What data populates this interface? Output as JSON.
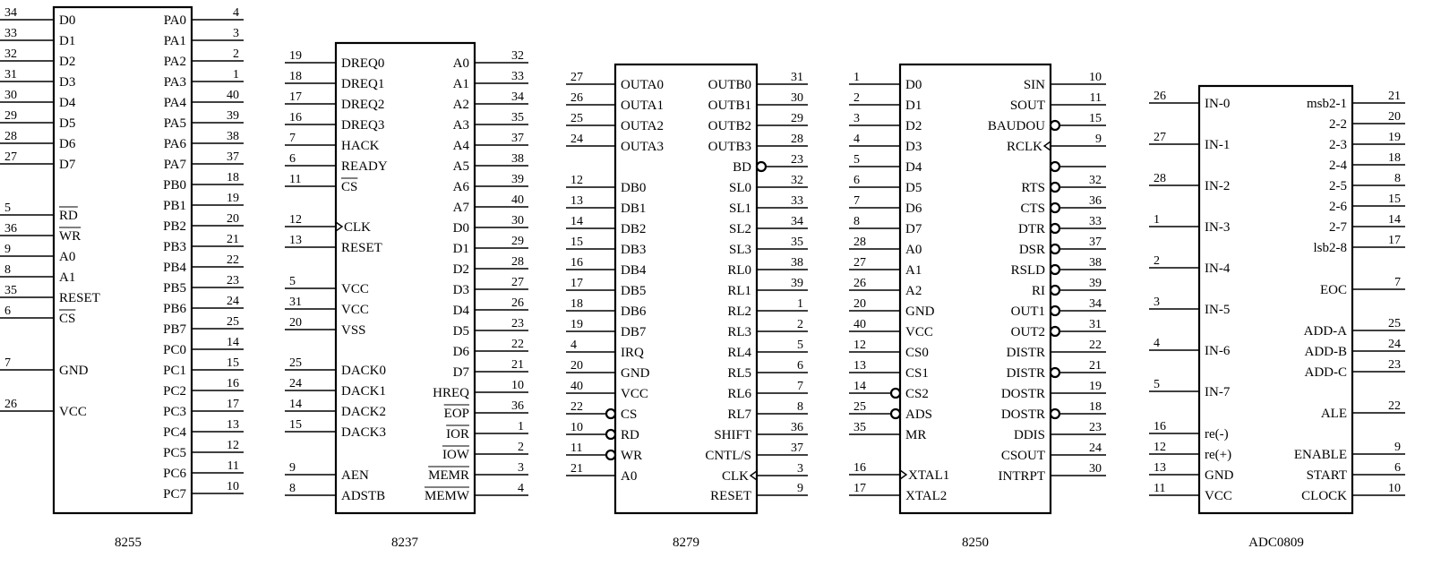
{
  "chips": [
    {
      "id": "8255",
      "label": "8255",
      "left": [
        {
          "n": "34",
          "s": "D0"
        },
        {
          "n": "33",
          "s": "D1"
        },
        {
          "n": "32",
          "s": "D2"
        },
        {
          "n": "31",
          "s": "D3"
        },
        {
          "n": "30",
          "s": "D4"
        },
        {
          "n": "29",
          "s": "D5"
        },
        {
          "n": "28",
          "s": "D6"
        },
        {
          "n": "27",
          "s": "D7"
        },
        {
          "n": "5",
          "s": "RD",
          "ov": true
        },
        {
          "n": "36",
          "s": "WR",
          "ov": true
        },
        {
          "n": "9",
          "s": "A0"
        },
        {
          "n": "8",
          "s": "A1"
        },
        {
          "n": "35",
          "s": "RESET"
        },
        {
          "n": "6",
          "s": "CS",
          "ov": true
        },
        {
          "n": "7",
          "s": "GND"
        },
        {
          "n": "26",
          "s": "VCC"
        }
      ],
      "right": [
        {
          "n": "4",
          "s": "PA0"
        },
        {
          "n": "3",
          "s": "PA1"
        },
        {
          "n": "2",
          "s": "PA2"
        },
        {
          "n": "1",
          "s": "PA3"
        },
        {
          "n": "40",
          "s": "PA4"
        },
        {
          "n": "39",
          "s": "PA5"
        },
        {
          "n": "38",
          "s": "PA6"
        },
        {
          "n": "37",
          "s": "PA7"
        },
        {
          "n": "18",
          "s": "PB0"
        },
        {
          "n": "19",
          "s": "PB1"
        },
        {
          "n": "20",
          "s": "PB2"
        },
        {
          "n": "21",
          "s": "PB3"
        },
        {
          "n": "22",
          "s": "PB4"
        },
        {
          "n": "23",
          "s": "PB5"
        },
        {
          "n": "24",
          "s": "PB6"
        },
        {
          "n": "25",
          "s": "PB7"
        },
        {
          "n": "14",
          "s": "PC0"
        },
        {
          "n": "15",
          "s": "PC1"
        },
        {
          "n": "16",
          "s": "PC2"
        },
        {
          "n": "17",
          "s": "PC3"
        },
        {
          "n": "13",
          "s": "PC4"
        },
        {
          "n": "12",
          "s": "PC5"
        },
        {
          "n": "11",
          "s": "PC6"
        },
        {
          "n": "10",
          "s": "PC7"
        }
      ]
    },
    {
      "id": "8237",
      "label": "8237",
      "left": [
        {
          "n": "19",
          "s": "DREQ0"
        },
        {
          "n": "18",
          "s": "DREQ1"
        },
        {
          "n": "17",
          "s": "DREQ2"
        },
        {
          "n": "16",
          "s": "DREQ3"
        },
        {
          "n": "7",
          "s": "HACK"
        },
        {
          "n": "6",
          "s": "READY"
        },
        {
          "n": "11",
          "s": "CS",
          "ov": true
        },
        {
          "n": "12",
          "s": "CLK",
          "clk": true
        },
        {
          "n": "13",
          "s": "RESET"
        },
        {
          "n": "5",
          "s": "VCC"
        },
        {
          "n": "31",
          "s": "VCC"
        },
        {
          "n": "20",
          "s": "VSS"
        },
        {
          "n": "25",
          "s": "DACK0"
        },
        {
          "n": "24",
          "s": "DACK1"
        },
        {
          "n": "14",
          "s": "DACK2"
        },
        {
          "n": "15",
          "s": "DACK3"
        },
        {
          "n": "9",
          "s": "AEN"
        },
        {
          "n": "8",
          "s": "ADSTB"
        }
      ],
      "right": [
        {
          "n": "32",
          "s": "A0"
        },
        {
          "n": "33",
          "s": "A1"
        },
        {
          "n": "34",
          "s": "A2"
        },
        {
          "n": "35",
          "s": "A3"
        },
        {
          "n": "37",
          "s": "A4"
        },
        {
          "n": "38",
          "s": "A5"
        },
        {
          "n": "39",
          "s": "A6"
        },
        {
          "n": "40",
          "s": "A7"
        },
        {
          "n": "30",
          "s": "D0"
        },
        {
          "n": "29",
          "s": "D1"
        },
        {
          "n": "28",
          "s": "D2"
        },
        {
          "n": "27",
          "s": "D3"
        },
        {
          "n": "26",
          "s": "D4"
        },
        {
          "n": "23",
          "s": "D5"
        },
        {
          "n": "22",
          "s": "D6"
        },
        {
          "n": "21",
          "s": "D7"
        },
        {
          "n": "10",
          "s": "HREQ"
        },
        {
          "n": "36",
          "s": "EOP",
          "ov": true
        },
        {
          "n": "1",
          "s": "IOR",
          "ov": true
        },
        {
          "n": "2",
          "s": "IOW",
          "ov": true
        },
        {
          "n": "3",
          "s": "MEMR",
          "ov": true
        },
        {
          "n": "4",
          "s": "MEMW",
          "ov": true
        }
      ]
    },
    {
      "id": "8279",
      "label": "8279",
      "left": [
        {
          "n": "27",
          "s": "OUTA0"
        },
        {
          "n": "26",
          "s": "OUTA1"
        },
        {
          "n": "25",
          "s": "OUTA2"
        },
        {
          "n": "24",
          "s": "OUTA3"
        },
        {
          "n": "12",
          "s": "DB0"
        },
        {
          "n": "13",
          "s": "DB1"
        },
        {
          "n": "14",
          "s": "DB2"
        },
        {
          "n": "15",
          "s": "DB3"
        },
        {
          "n": "16",
          "s": "DB4"
        },
        {
          "n": "17",
          "s": "DB5"
        },
        {
          "n": "18",
          "s": "DB6"
        },
        {
          "n": "19",
          "s": "DB7"
        },
        {
          "n": "4",
          "s": "IRQ"
        },
        {
          "n": "20",
          "s": "GND"
        },
        {
          "n": "40",
          "s": "VCC"
        },
        {
          "n": "22",
          "s": "CS",
          "bub": true
        },
        {
          "n": "10",
          "s": "RD",
          "bub": true
        },
        {
          "n": "11",
          "s": "WR",
          "bub": true
        },
        {
          "n": "21",
          "s": "A0"
        }
      ],
      "right": [
        {
          "n": "31",
          "s": "OUTB0"
        },
        {
          "n": "30",
          "s": "OUTB1"
        },
        {
          "n": "29",
          "s": "OUTB2"
        },
        {
          "n": "28",
          "s": "OUTB3"
        },
        {
          "n": "23",
          "s": "BD",
          "bub": true
        },
        {
          "n": "32",
          "s": "SL0"
        },
        {
          "n": "33",
          "s": "SL1"
        },
        {
          "n": "34",
          "s": "SL2"
        },
        {
          "n": "35",
          "s": "SL3"
        },
        {
          "n": "38",
          "s": "RL0"
        },
        {
          "n": "39",
          "s": "RL1"
        },
        {
          "n": "1",
          "s": "RL2"
        },
        {
          "n": "2",
          "s": "RL3"
        },
        {
          "n": "5",
          "s": "RL4"
        },
        {
          "n": "6",
          "s": "RL5"
        },
        {
          "n": "7",
          "s": "RL6"
        },
        {
          "n": "8",
          "s": "RL7"
        },
        {
          "n": "36",
          "s": "SHIFT"
        },
        {
          "n": "37",
          "s": "CNTL/S"
        },
        {
          "n": "3",
          "s": "CLK",
          "clk": true
        },
        {
          "n": "9",
          "s": "RESET"
        }
      ]
    },
    {
      "id": "8250",
      "label": "8250",
      "left": [
        {
          "n": "1",
          "s": "D0"
        },
        {
          "n": "2",
          "s": "D1"
        },
        {
          "n": "3",
          "s": "D2"
        },
        {
          "n": "4",
          "s": "D3"
        },
        {
          "n": "5",
          "s": "D4"
        },
        {
          "n": "6",
          "s": "D5"
        },
        {
          "n": "7",
          "s": "D6"
        },
        {
          "n": "8",
          "s": "D7"
        },
        {
          "n": "28",
          "s": "A0"
        },
        {
          "n": "27",
          "s": "A1"
        },
        {
          "n": "26",
          "s": "A2"
        },
        {
          "n": "20",
          "s": "GND"
        },
        {
          "n": "40",
          "s": "VCC"
        },
        {
          "n": "12",
          "s": "CS0"
        },
        {
          "n": "13",
          "s": "CS1"
        },
        {
          "n": "14",
          "s": "CS2",
          "bub": true
        },
        {
          "n": "25",
          "s": "ADS",
          "bub": true
        },
        {
          "n": "35",
          "s": "MR"
        },
        {
          "n": "16",
          "s": "XTAL1",
          "clk": true
        },
        {
          "n": "17",
          "s": "XTAL2"
        }
      ],
      "right": [
        {
          "n": "10",
          "s": "SIN"
        },
        {
          "n": "11",
          "s": "SOUT"
        },
        {
          "n": "15",
          "s": "BAUDOU",
          "bub": true
        },
        {
          "n": "9",
          "s": "RCLK",
          "clk": true
        },
        {
          "n": "",
          "s": "",
          "bub": true
        },
        {
          "n": "32",
          "s": "RTS",
          "bub": true
        },
        {
          "n": "36",
          "s": "CTS",
          "bub": true
        },
        {
          "n": "33",
          "s": "DTR",
          "bub": true
        },
        {
          "n": "37",
          "s": "DSR",
          "bub": true
        },
        {
          "n": "38",
          "s": "RSLD",
          "bub": true
        },
        {
          "n": "39",
          "s": "RI",
          "bub": true
        },
        {
          "n": "34",
          "s": "OUT1",
          "bub": true
        },
        {
          "n": "31",
          "s": "OUT2",
          "bub": true
        },
        {
          "n": "22",
          "s": "DISTR"
        },
        {
          "n": "21",
          "s": "DISTR",
          "bub": true
        },
        {
          "n": "19",
          "s": "DOSTR"
        },
        {
          "n": "18",
          "s": "DOSTR",
          "bub": true
        },
        {
          "n": "23",
          "s": "DDIS"
        },
        {
          "n": "24",
          "s": "CSOUT"
        },
        {
          "n": "30",
          "s": "INTRPT"
        }
      ]
    },
    {
      "id": "ADC0809",
      "label": "ADC0809",
      "left": [
        {
          "n": "26",
          "s": "IN-0"
        },
        {
          "n": "27",
          "s": "IN-1"
        },
        {
          "n": "28",
          "s": "IN-2"
        },
        {
          "n": "1",
          "s": "IN-3"
        },
        {
          "n": "2",
          "s": "IN-4"
        },
        {
          "n": "3",
          "s": "IN-5"
        },
        {
          "n": "4",
          "s": "IN-6"
        },
        {
          "n": "5",
          "s": "IN-7"
        },
        {
          "n": "16",
          "s": "re(-)"
        },
        {
          "n": "12",
          "s": "re(+)"
        },
        {
          "n": "13",
          "s": "GND"
        },
        {
          "n": "11",
          "s": "VCC"
        }
      ],
      "right": [
        {
          "n": "21",
          "s": "msb2-1"
        },
        {
          "n": "20",
          "s": "2-2"
        },
        {
          "n": "19",
          "s": "2-3"
        },
        {
          "n": "18",
          "s": "2-4"
        },
        {
          "n": "8",
          "s": "2-5"
        },
        {
          "n": "15",
          "s": "2-6"
        },
        {
          "n": "14",
          "s": "2-7"
        },
        {
          "n": "17",
          "s": "lsb2-8"
        },
        {
          "n": "7",
          "s": "EOC"
        },
        {
          "n": "25",
          "s": "ADD-A"
        },
        {
          "n": "24",
          "s": "ADD-B"
        },
        {
          "n": "23",
          "s": "ADD-C"
        },
        {
          "n": "22",
          "s": "ALE"
        },
        {
          "n": "9",
          "s": "ENABLE"
        },
        {
          "n": "6",
          "s": "START"
        },
        {
          "n": "10",
          "s": "CLOCK"
        }
      ]
    }
  ]
}
